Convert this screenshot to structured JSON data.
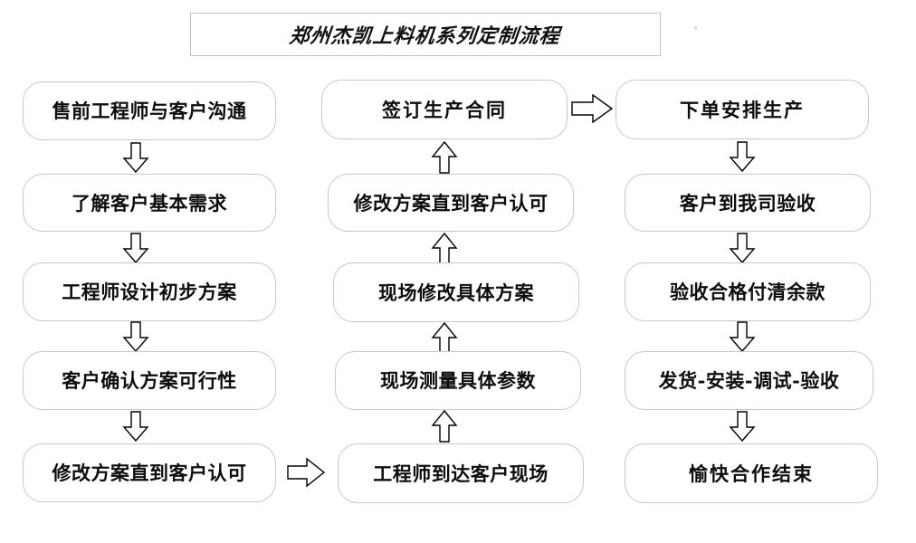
{
  "chart_data": {
    "type": "diagram",
    "title": "郑州杰凯上料机系列定制流程",
    "layout": "three-column flowchart",
    "columns": 3,
    "rows": 5
  },
  "title": {
    "text": "郑州杰凯上料机系列定制流程"
  },
  "columns": [
    {
      "id": "column-1",
      "direction": "top-to-bottom",
      "nodes": [
        {
          "id": "n1-1",
          "label": "售前工程师与客户沟通"
        },
        {
          "id": "n1-2",
          "label": "了解客户基本需求"
        },
        {
          "id": "n1-3",
          "label": "工程师设计初步方案"
        },
        {
          "id": "n1-4",
          "label": "客户确认方案可行性"
        },
        {
          "id": "n1-5",
          "label": "修改方案直到客户认可"
        }
      ]
    },
    {
      "id": "column-2",
      "direction": "bottom-to-top",
      "nodes": [
        {
          "id": "n2-1",
          "label": "签订生产合同"
        },
        {
          "id": "n2-2",
          "label": "修改方案直到客户认可"
        },
        {
          "id": "n2-3",
          "label": "现场修改具体方案"
        },
        {
          "id": "n2-4",
          "label": "现场测量具体参数"
        },
        {
          "id": "n2-5",
          "label": "工程师到达客户现场"
        }
      ]
    },
    {
      "id": "column-3",
      "direction": "top-to-bottom",
      "nodes": [
        {
          "id": "n3-1",
          "label": "下单安排生产"
        },
        {
          "id": "n3-2",
          "label": "客户到我司验收"
        },
        {
          "id": "n3-3",
          "label": "验收合格付清余款"
        },
        {
          "id": "n3-4",
          "label": "发货-安装-调试-验收"
        },
        {
          "id": "n3-5",
          "label": "愉快合作结束"
        }
      ]
    }
  ],
  "connectors": [
    {
      "id": "c1-1",
      "icon": "arrow-down-icon",
      "from": "n1-1",
      "to": "n1-2"
    },
    {
      "id": "c1-2",
      "icon": "arrow-down-icon",
      "from": "n1-2",
      "to": "n1-3"
    },
    {
      "id": "c1-3",
      "icon": "arrow-down-icon",
      "from": "n1-3",
      "to": "n1-4"
    },
    {
      "id": "c1-4",
      "icon": "arrow-down-icon",
      "from": "n1-4",
      "to": "n1-5"
    },
    {
      "id": "c-bridge-1",
      "icon": "arrow-right-icon",
      "from": "n1-5",
      "to": "n2-5"
    },
    {
      "id": "c2-1",
      "icon": "arrow-up-icon",
      "from": "n2-5",
      "to": "n2-4"
    },
    {
      "id": "c2-2",
      "icon": "arrow-up-icon",
      "from": "n2-4",
      "to": "n2-3"
    },
    {
      "id": "c2-3",
      "icon": "arrow-up-icon",
      "from": "n2-3",
      "to": "n2-2"
    },
    {
      "id": "c2-4",
      "icon": "arrow-up-icon",
      "from": "n2-2",
      "to": "n2-1"
    },
    {
      "id": "c-bridge-2",
      "icon": "arrow-right-icon",
      "from": "n2-1",
      "to": "n3-1"
    },
    {
      "id": "c3-1",
      "icon": "arrow-down-icon",
      "from": "n3-1",
      "to": "n3-2"
    },
    {
      "id": "c3-2",
      "icon": "arrow-down-icon",
      "from": "n3-2",
      "to": "n3-3"
    },
    {
      "id": "c3-3",
      "icon": "arrow-down-icon",
      "from": "n3-3",
      "to": "n3-4"
    },
    {
      "id": "c3-4",
      "icon": "arrow-down-icon",
      "from": "n3-4",
      "to": "n3-5"
    }
  ],
  "colors": {
    "node_border": "#c8c8c8",
    "title_border": "#c2c2c2",
    "text": "#0d0d0d",
    "arrow_stroke": "#000000",
    "background": "#ffffff"
  }
}
